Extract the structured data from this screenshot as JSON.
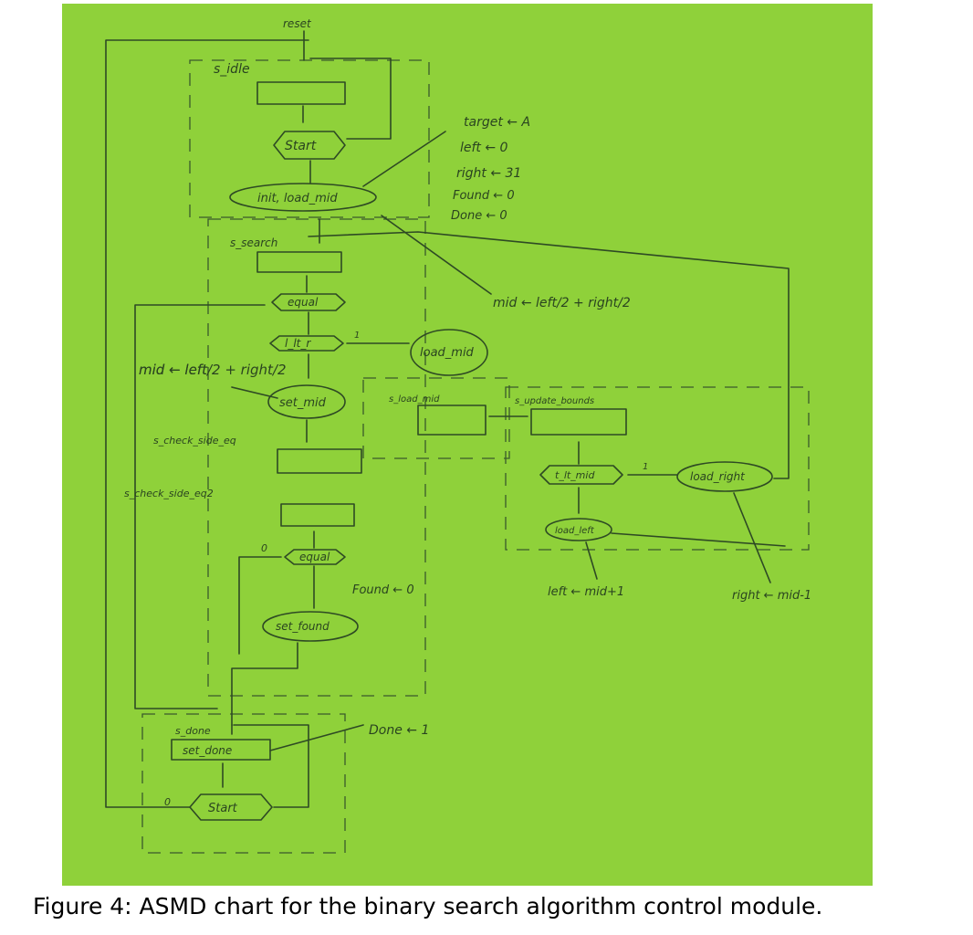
{
  "caption": "Figure 4: ASMD chart for the binary search algorithm control module.",
  "diagram": {
    "reset": "reset",
    "states": {
      "s_idle": "s_idle",
      "s_search": "s_search",
      "s_load_mid": "s_load_mid",
      "s_update_bounds": "s_update_bounds",
      "s_check_side_eq": "s_check_side_eq",
      "s_check_side_eq2": "s_check_side_eq2",
      "s_done": "s_done"
    },
    "decisions": {
      "start_1": "Start",
      "equal_1": "equal",
      "lt_r": "l_lt_r",
      "t_lt_mid": "t_lt_mid",
      "equal_2": "equal",
      "start_2": "Start"
    },
    "outputs": {
      "init_load_mid": "init, load_mid",
      "load_mid": "load_mid",
      "set_mid": "set_mid",
      "load_right": "load_right",
      "load_left": "load_left",
      "set_found": "set_found",
      "set_done": "set_done"
    },
    "annotations": {
      "init_lines": [
        "target ← A",
        "left ← 0",
        "right ← 31",
        "Found ← 0",
        "Done ← 0"
      ],
      "mid_eq": "mid ← left/2 + right/2",
      "mid_left": "mid ← left",
      "found_zero": "Found ← 0",
      "left_update": "left ← mid+1",
      "right_update": "right ← mid-1",
      "done_one": "Done ← 1"
    },
    "branch_labels": {
      "one": "1",
      "zero": "0"
    }
  }
}
